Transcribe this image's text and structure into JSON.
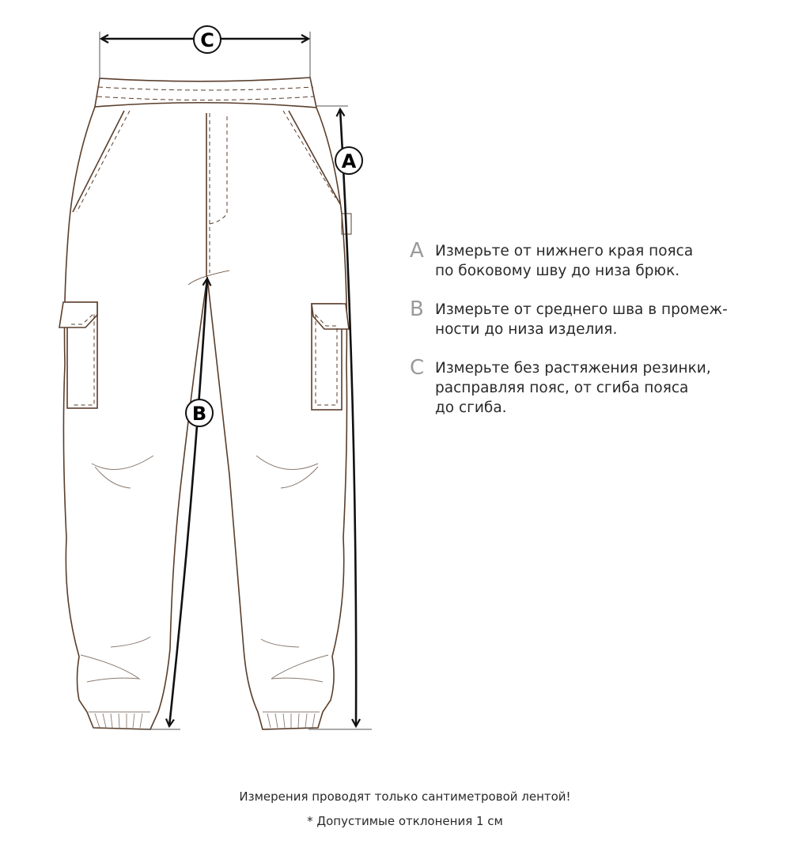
{
  "diagram": {
    "type": "pants-measurement-guide",
    "labels": {
      "a": "A",
      "b": "B",
      "c": "C"
    },
    "colors": {
      "outline": "#5a3e2b",
      "arrow": "#111111",
      "letter_gray": "#9a9a9a",
      "text": "#2a2a2a"
    }
  },
  "legend": {
    "items": [
      {
        "letter": "A",
        "text": "Измерьте от нижнего края пояса\nпо боковому шву до низа брюк."
      },
      {
        "letter": "B",
        "text": "Измерьте от среднего шва в промеж-\nности до низа изделия."
      },
      {
        "letter": "C",
        "text": "Измерьте без растяжения резинки,\nрасправляя пояс, от сгиба пояса\nдо сгиба."
      }
    ]
  },
  "footer": {
    "note": "Измерения проводят только сантиметровой лентой!",
    "tolerance": "* Допустимые отклонения 1 см"
  }
}
